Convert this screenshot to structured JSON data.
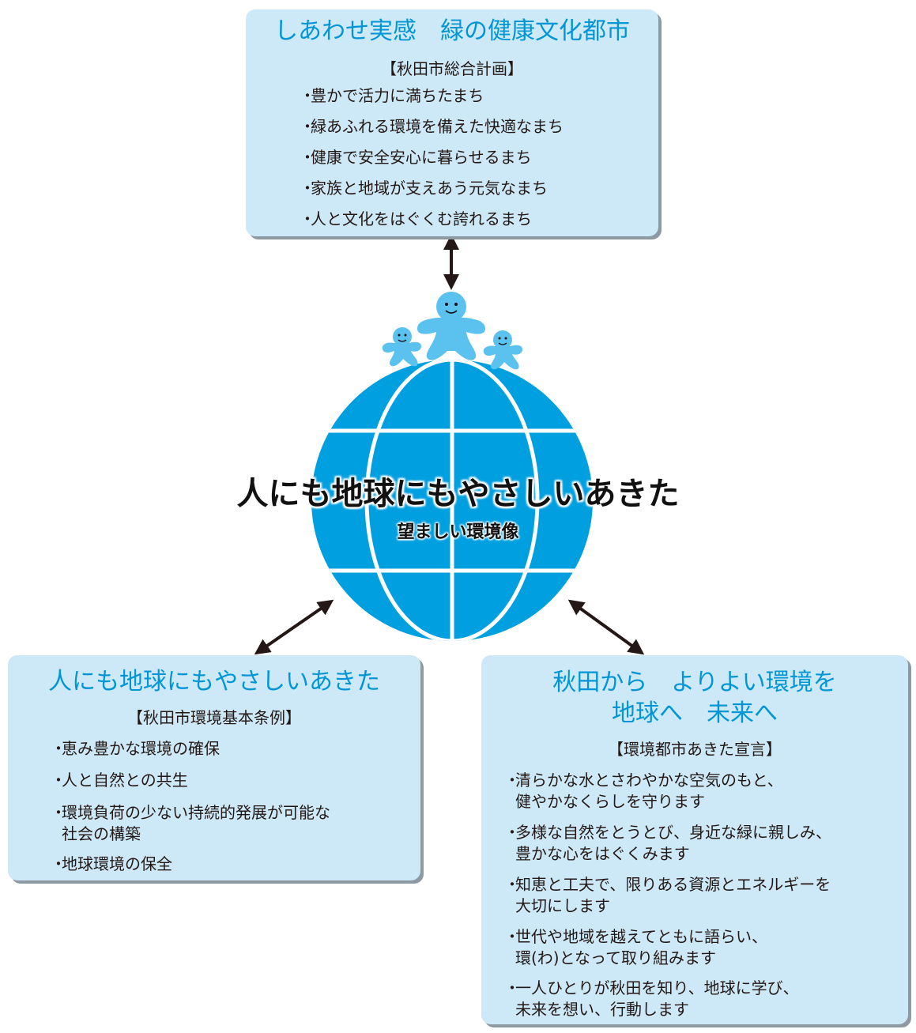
{
  "center": {
    "title": "人にも地球にもやさしいあきた",
    "subtitle": "望ましい環境像"
  },
  "top_box": {
    "title": "しあわせ実感　緑の健康文化都市",
    "subtitle": "【秋田市総合計画】",
    "items": [
      "豊かで活力に満ちたまち",
      "緑あふれる環境を備えた快適なまち",
      "健康で安全安心に暮らせるまち",
      "家族と地域が支えあう元気なまち",
      "人と文化をはぐくむ誇れるまち"
    ]
  },
  "left_box": {
    "title": "人にも地球にもやさしいあきた",
    "subtitle": "【秋田市環境基本条例】",
    "items": [
      [
        "恵み豊かな環境の確保"
      ],
      [
        "人と自然との共生"
      ],
      [
        "環境負荷の少ない持続的発展が可能な",
        "社会の構築"
      ],
      [
        "地球環境の保全"
      ]
    ]
  },
  "right_box": {
    "title_line1": "秋田から　よりよい環境を",
    "title_line2": "地球へ　未来へ",
    "subtitle": "【環境都市あきた宣言】",
    "items": [
      [
        "清らかな水とさわやかな空気のもと、",
        "健やかなくらしを守ります"
      ],
      [
        "多様な自然をとうとび、身近な緑に親しみ、",
        "豊かな心をはぐくみます"
      ],
      [
        "知恵と工夫で、限りある資源とエネルギーを",
        "大切にします"
      ],
      [
        "世代や地域を越えてともに語らい、",
        "環(わ)となって取り組みます"
      ],
      [
        "一人ひとりが秋田を知り、地球に学び、",
        "未来を想い、行動します"
      ]
    ]
  },
  "bullet": "・",
  "colors": {
    "box_fill": "#cde9f7",
    "box_shadow": "#8d9aa3",
    "title_blue": "#0096d6",
    "globe_blue": "#00a0e0",
    "figure_blue": "#5bc2ef",
    "arrow": "#231815"
  }
}
